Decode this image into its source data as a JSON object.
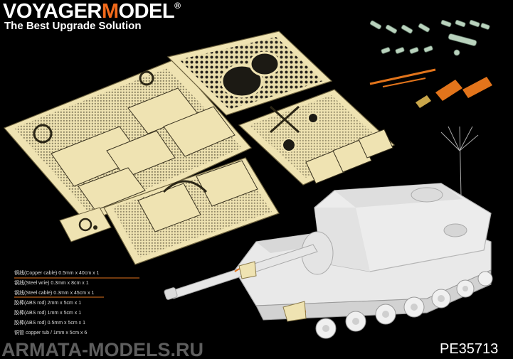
{
  "brand": {
    "prefix": "VOYAGER",
    "accent": "M",
    "suffix": "ODEL",
    "registered": "®",
    "slogan": "The Best Upgrade Solution",
    "accent_color": "#f26a1b"
  },
  "specs": [
    "铜线(Copper cable) 0.5mm x 40cm x 1",
    "钢线(Steel wrie) 0.3mm x 8cm x 1",
    "钢线(Steel cable) 0.3mm x 45cm x 1",
    "胶棒(ABS rod) 2mm x 5cm x 1",
    "胶棒(ABS rod) 1mm x 5cm x 1",
    "胶棒(ABS rod) 0.5mm x 5cm x 1",
    "铜管 copper tub / 1mm x 5cm x 6"
  ],
  "product_code": "PE35713",
  "watermark": "ARMATA-MODELS.RU",
  "colors": {
    "brass": "#efe3b2",
    "brass_dark": "#8a7a4a",
    "tank": "#e9e9e9",
    "resin_orange": "#e2741b",
    "metal_parts": "#b9d2bd"
  }
}
